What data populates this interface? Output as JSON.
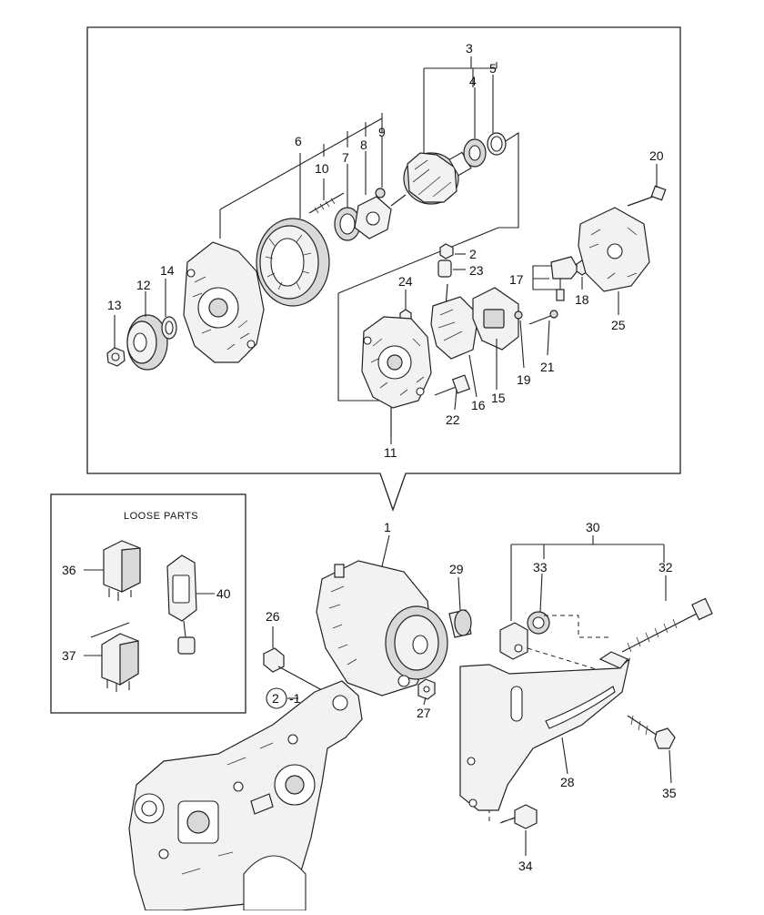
{
  "loose_parts": {
    "title": "LOOSE PARTS"
  },
  "labels": {
    "l1": "1",
    "l2": "2",
    "l2b": "2",
    "l3": "3",
    "l4": "4",
    "l5": "5",
    "l6": "6",
    "l7": "7",
    "l8": "8",
    "l9": "9",
    "l10": "10",
    "l11": "11",
    "l12": "12",
    "l13": "13",
    "l14": "14",
    "l15": "15",
    "l16": "16",
    "l17": "17",
    "l18": "18",
    "l19": "19",
    "l20": "20",
    "l21": "21",
    "l22": "22",
    "l23": "23",
    "l24": "24",
    "l25": "25",
    "l26": "26",
    "l27": "27",
    "l28": "28",
    "l29": "29",
    "l30": "30",
    "l32": "32",
    "l33": "33",
    "l34": "34",
    "l35": "35",
    "l36": "36",
    "l37": "37",
    "l40": "40",
    "l_dash1": "-1"
  }
}
